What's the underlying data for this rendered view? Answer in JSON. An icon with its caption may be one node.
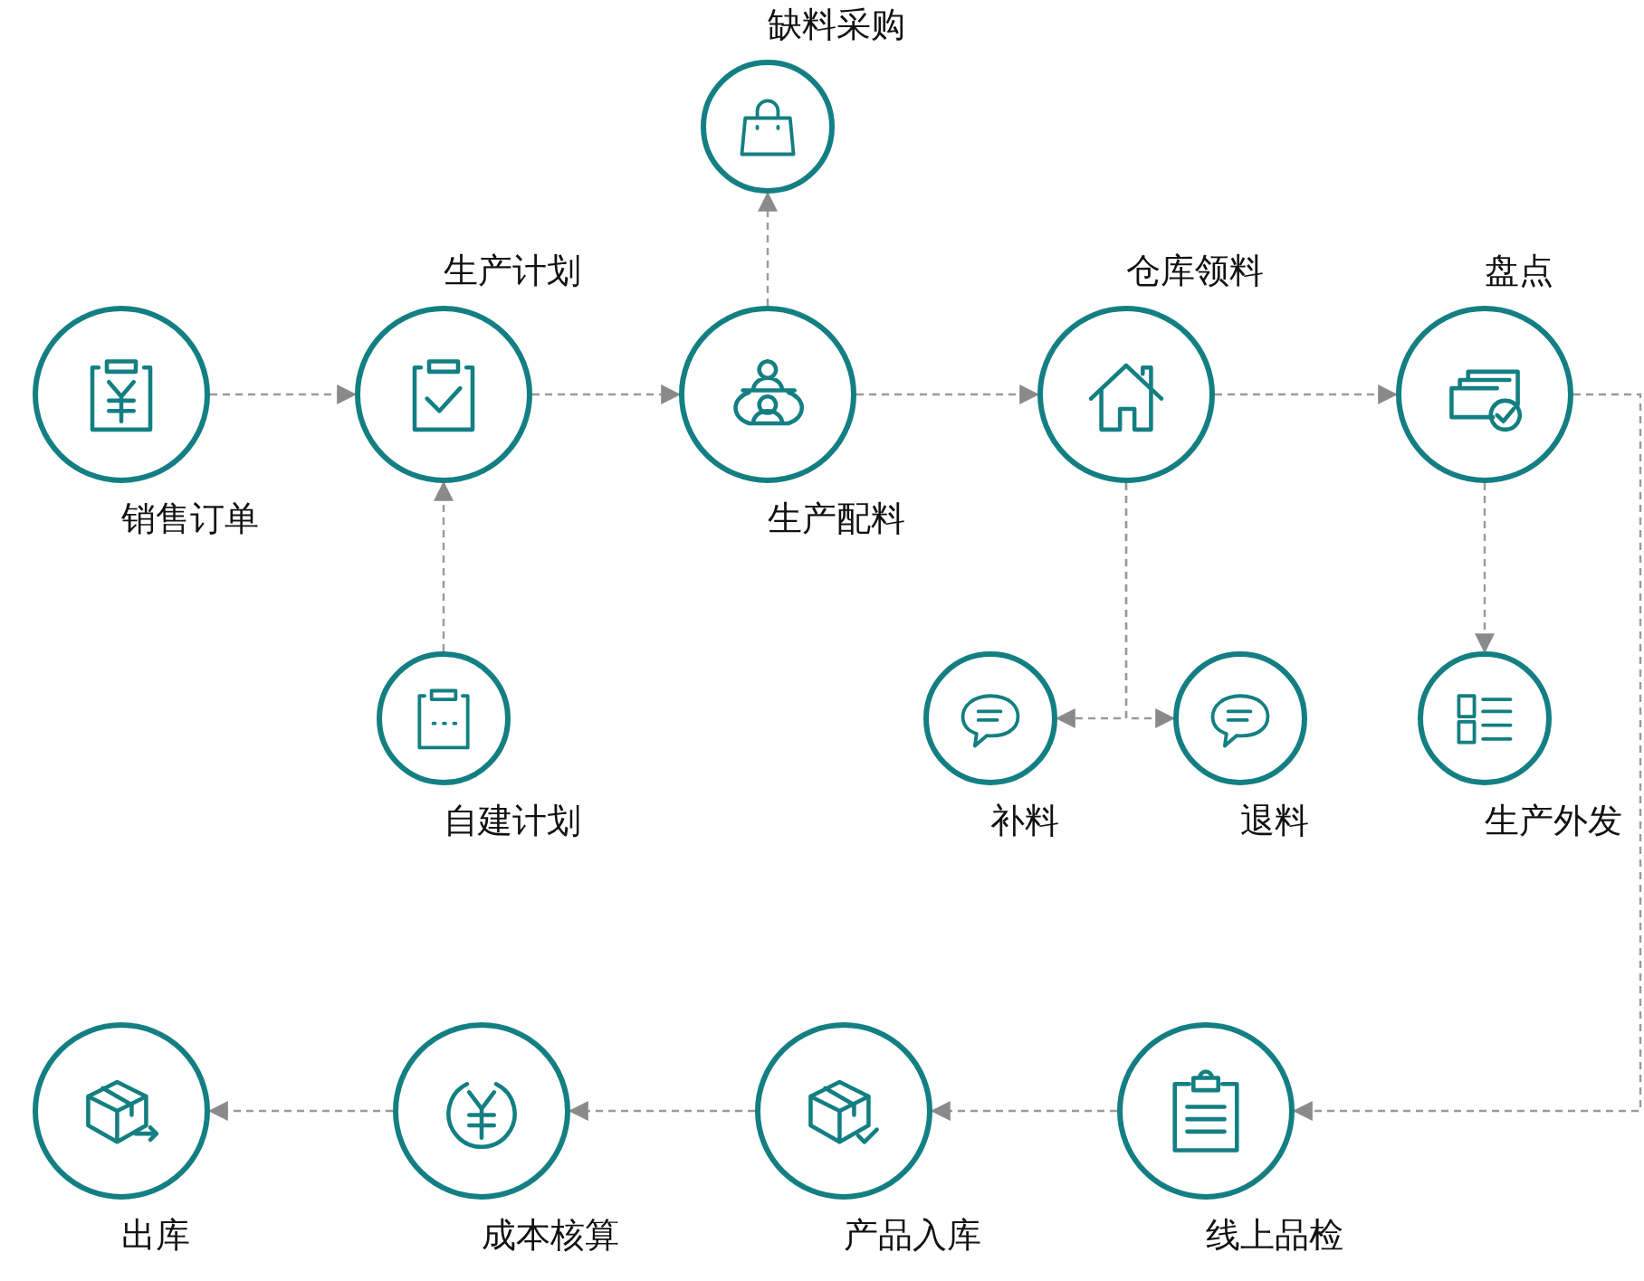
{
  "diagram": {
    "nodes": [
      {
        "text": [
          "缺料采购"
        ]
      },
      {
        "text": [
          "销售订单"
        ]
      },
      {
        "text": [
          "生产计划"
        ]
      },
      {
        "text": [
          "生产配料"
        ]
      },
      {
        "text": [
          "仓库领料"
        ]
      },
      {
        "text": [
          "盘点"
        ]
      },
      {
        "text": [
          "自建计划"
        ]
      },
      {
        "text": [
          "补料"
        ]
      },
      {
        "text": [
          "退料"
        ]
      },
      {
        "text": [
          "生产外发"
        ]
      },
      {
        "text": [
          "出库"
        ]
      },
      {
        "text": [
          "成本核算"
        ]
      },
      {
        "text": [
          "产品入库"
        ]
      },
      {
        "text": [
          "线上品检"
        ]
      }
    ],
    "edges": [
      {
        "from": 1,
        "to": 2,
        "arrow": "to"
      },
      {
        "from": 2,
        "to": 3,
        "arrow": "to"
      },
      {
        "from": 3,
        "to": 0,
        "arrow": "to"
      },
      {
        "from": 3,
        "to": 4,
        "arrow": "to"
      },
      {
        "from": 4,
        "to": 5,
        "arrow": "to"
      },
      {
        "from": 6,
        "to": 2,
        "arrow": "to"
      },
      {
        "from": 4,
        "to": 7,
        "arrow": "to"
      },
      {
        "from": 4,
        "to": 8,
        "arrow": "to"
      },
      {
        "from": 5,
        "to": 9,
        "arrow": "to"
      },
      {
        "from": 5,
        "to": 13,
        "arrow": "to"
      },
      {
        "from": 13,
        "to": 12,
        "arrow": "to"
      },
      {
        "from": 12,
        "to": 11,
        "arrow": "to"
      },
      {
        "from": 11,
        "to": 10,
        "arrow": "to"
      }
    ]
  }
}
